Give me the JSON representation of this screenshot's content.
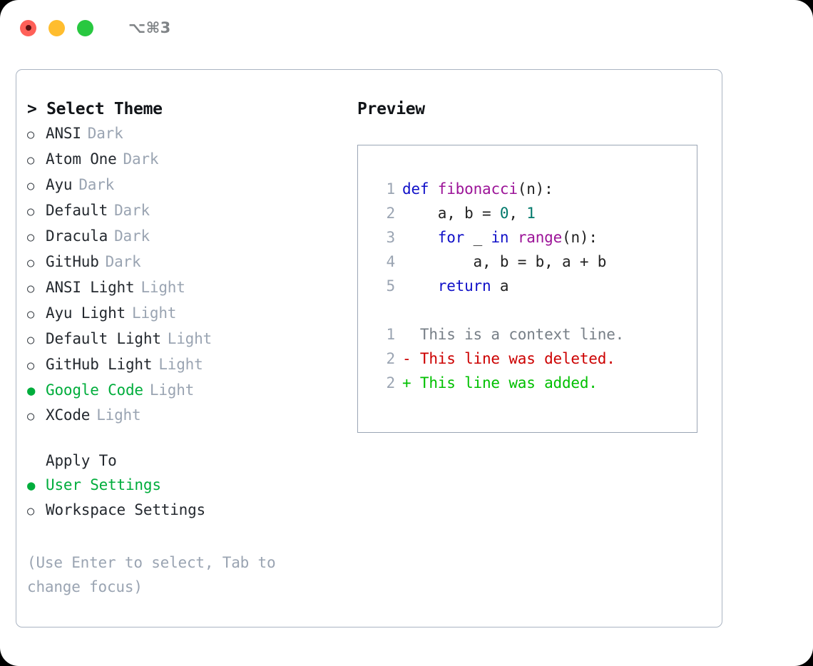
{
  "titlebar": {
    "lights": [
      {
        "name": "close-button",
        "color": "#ff6058",
        "recording": true
      },
      {
        "name": "minimize-button",
        "color": "#ffbd2e",
        "recording": false
      },
      {
        "name": "maximize-button",
        "color": "#28c840",
        "recording": false
      }
    ],
    "shortcut": "⌥⌘3"
  },
  "left": {
    "title": "> Select Theme",
    "themes": [
      {
        "marker": "○",
        "label": "ANSI",
        "variant": "Dark",
        "selected": false
      },
      {
        "marker": "○",
        "label": "Atom One",
        "variant": "Dark",
        "selected": false
      },
      {
        "marker": "○",
        "label": "Ayu",
        "variant": "Dark",
        "selected": false
      },
      {
        "marker": "○",
        "label": "Default",
        "variant": "Dark",
        "selected": false
      },
      {
        "marker": "○",
        "label": "Dracula",
        "variant": "Dark",
        "selected": false
      },
      {
        "marker": "○",
        "label": "GitHub",
        "variant": "Dark",
        "selected": false
      },
      {
        "marker": "○",
        "label": "ANSI Light",
        "variant": "Light",
        "selected": false
      },
      {
        "marker": "○",
        "label": "Ayu Light",
        "variant": "Light",
        "selected": false
      },
      {
        "marker": "○",
        "label": "Default Light",
        "variant": "Light",
        "selected": false
      },
      {
        "marker": "○",
        "label": "GitHub Light",
        "variant": "Light",
        "selected": false
      },
      {
        "marker": "●",
        "label": "Google Code",
        "variant": "Light",
        "selected": true
      },
      {
        "marker": "○",
        "label": "XCode",
        "variant": "Light",
        "selected": false
      }
    ],
    "apply_to_heading": "Apply To",
    "apply_to": [
      {
        "marker": "●",
        "label": "User Settings",
        "selected": true
      },
      {
        "marker": "○",
        "label": "Workspace Settings",
        "selected": false
      }
    ],
    "hint": "(Use Enter to select, Tab to change focus)"
  },
  "right": {
    "title": "Preview",
    "code": [
      {
        "ln": "1",
        "tokens": [
          {
            "t": "def",
            "c": "kw"
          },
          {
            "t": " ",
            "c": "pl"
          },
          {
            "t": "fibonacci",
            "c": "fn"
          },
          {
            "t": "(n):",
            "c": "pl"
          }
        ]
      },
      {
        "ln": "2",
        "tokens": [
          {
            "t": "    a, b = ",
            "c": "pl"
          },
          {
            "t": "0",
            "c": "num"
          },
          {
            "t": ", ",
            "c": "pl"
          },
          {
            "t": "1",
            "c": "num"
          }
        ]
      },
      {
        "ln": "3",
        "tokens": [
          {
            "t": "    ",
            "c": "pl"
          },
          {
            "t": "for",
            "c": "kw"
          },
          {
            "t": " _ ",
            "c": "pl"
          },
          {
            "t": "in",
            "c": "kw"
          },
          {
            "t": " ",
            "c": "pl"
          },
          {
            "t": "range",
            "c": "fn"
          },
          {
            "t": "(n):",
            "c": "pl"
          }
        ]
      },
      {
        "ln": "4",
        "tokens": [
          {
            "t": "        a, b = b, a + b",
            "c": "pl"
          }
        ]
      },
      {
        "ln": "5",
        "tokens": [
          {
            "t": "    ",
            "c": "pl"
          },
          {
            "t": "return",
            "c": "kw"
          },
          {
            "t": " a",
            "c": "pl"
          }
        ]
      }
    ],
    "diff": [
      {
        "ln": "1",
        "kind": "ctx",
        "text": "  This is a context line."
      },
      {
        "ln": "2",
        "kind": "del",
        "text": "- This line was deleted."
      },
      {
        "ln": "2",
        "kind": "add",
        "text": "+ This line was added."
      }
    ]
  },
  "colors": {
    "selected_green": "#00ad3c",
    "keyword_blue": "#1010c8",
    "function_purple": "#9c1498",
    "number_teal": "#00796b",
    "diff_deleted_red": "#cc0000",
    "diff_added_green": "#00c000",
    "muted_gray": "#9aa4b2",
    "panel_border": "#aab4c2"
  }
}
